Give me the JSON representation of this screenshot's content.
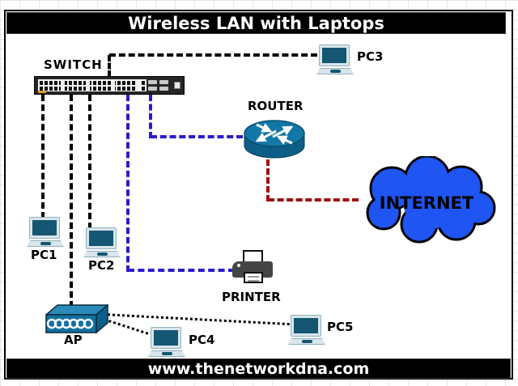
{
  "header": {
    "title": "Wireless LAN with Laptops"
  },
  "footer": {
    "url": "www.thenetworkdna.com"
  },
  "nodes": {
    "switch": {
      "label": "SWITCH",
      "type": "ethernet-switch"
    },
    "router": {
      "label": "ROUTER",
      "type": "router"
    },
    "internet": {
      "label": "INTERNET",
      "type": "cloud"
    },
    "printer": {
      "label": "PRINTER",
      "type": "printer"
    },
    "ap": {
      "label": "AP",
      "type": "wireless-access-point"
    },
    "pc1": {
      "label": "PC1",
      "type": "laptop"
    },
    "pc2": {
      "label": "PC2",
      "type": "laptop"
    },
    "pc3": {
      "label": "PC3",
      "type": "laptop"
    },
    "pc4": {
      "label": "PC4",
      "type": "laptop"
    },
    "pc5": {
      "label": "PC5",
      "type": "laptop"
    }
  },
  "connections": [
    {
      "from": "switch",
      "to": "pc1",
      "style": "dashed",
      "color": "#000000"
    },
    {
      "from": "switch",
      "to": "pc2",
      "style": "dashed",
      "color": "#000000"
    },
    {
      "from": "switch",
      "to": "pc3",
      "style": "dashed",
      "color": "#000000"
    },
    {
      "from": "switch",
      "to": "ap",
      "style": "dashed",
      "color": "#000000"
    },
    {
      "from": "switch",
      "to": "printer",
      "style": "dashed",
      "color": "#2a1ccd"
    },
    {
      "from": "switch",
      "to": "router",
      "style": "dashed",
      "color": "#2a1ccd"
    },
    {
      "from": "router",
      "to": "internet",
      "style": "dashed",
      "color": "#a01010"
    },
    {
      "from": "ap",
      "to": "pc4",
      "style": "dotted-wireless",
      "color": "#000000"
    },
    {
      "from": "ap",
      "to": "pc5",
      "style": "dotted-wireless",
      "color": "#000000"
    }
  ],
  "colors": {
    "bar_bg": "#000000",
    "bar_fg": "#ffffff",
    "device_teal": "#0f6a93",
    "laptop_screen": "#155672",
    "cloud_blue": "#1f55f2",
    "lan_cable": "#000000",
    "printer_router_cable": "#2a1ccd",
    "wan_cable": "#a01010"
  }
}
